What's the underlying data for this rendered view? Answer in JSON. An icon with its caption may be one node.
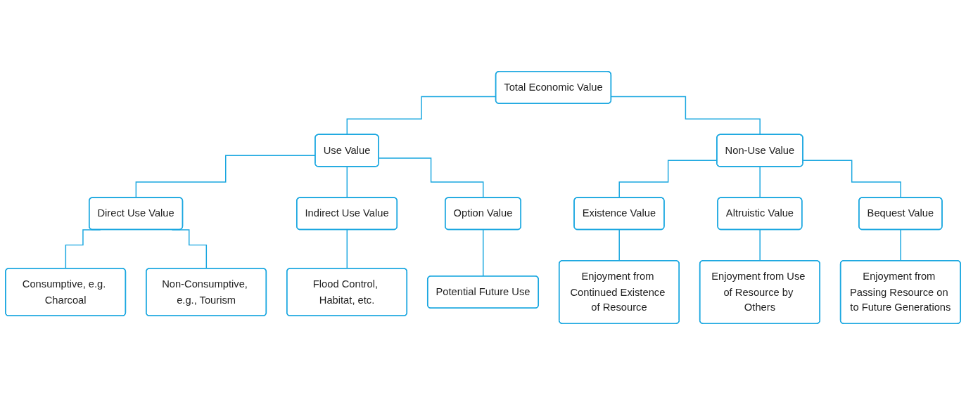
{
  "diagram": {
    "nodes": [
      {
        "text": [
          "Total Economic Value"
        ]
      },
      {
        "text": [
          "Use Value"
        ]
      },
      {
        "text": [
          "Non-Use Value"
        ]
      },
      {
        "text": [
          "Direct Use Value"
        ]
      },
      {
        "text": [
          "Indirect Use Value"
        ]
      },
      {
        "text": [
          "Option Value"
        ]
      },
      {
        "text": [
          "Existence Value"
        ]
      },
      {
        "text": [
          "Altruistic Value"
        ]
      },
      {
        "text": [
          "Bequest Value"
        ]
      },
      {
        "text": [
          "Consumptive, e.g. Charcoal"
        ]
      },
      {
        "text": [
          "Non-Consumptive, e.g., Tourism"
        ]
      },
      {
        "text": [
          "Flood Control, Habitat, etc."
        ]
      },
      {
        "text": [
          "Potential Future Use"
        ]
      },
      {
        "text": [
          "Enjoyment from Continued Existence of Resource"
        ]
      },
      {
        "text": [
          "Enjoyment from Use of Resource by Others"
        ]
      },
      {
        "text": [
          "Enjoyment from Passing Resource on to Future Generations"
        ]
      }
    ],
    "edges": [
      {
        "from": 0,
        "to": 1,
        "arrow": "none"
      },
      {
        "from": 0,
        "to": 2,
        "arrow": "none"
      },
      {
        "from": 1,
        "to": 3,
        "arrow": "none"
      },
      {
        "from": 1,
        "to": 4,
        "arrow": "none"
      },
      {
        "from": 1,
        "to": 5,
        "arrow": "none"
      },
      {
        "from": 2,
        "to": 6,
        "arrow": "none"
      },
      {
        "from": 2,
        "to": 7,
        "arrow": "none"
      },
      {
        "from": 2,
        "to": 8,
        "arrow": "none"
      },
      {
        "from": 3,
        "to": 9,
        "arrow": "none"
      },
      {
        "from": 3,
        "to": 10,
        "arrow": "none"
      },
      {
        "from": 4,
        "to": 11,
        "arrow": "none"
      },
      {
        "from": 5,
        "to": 12,
        "arrow": "none"
      },
      {
        "from": 6,
        "to": 13,
        "arrow": "none"
      },
      {
        "from": 7,
        "to": 14,
        "arrow": "none"
      },
      {
        "from": 8,
        "to": 15,
        "arrow": "none"
      }
    ]
  }
}
